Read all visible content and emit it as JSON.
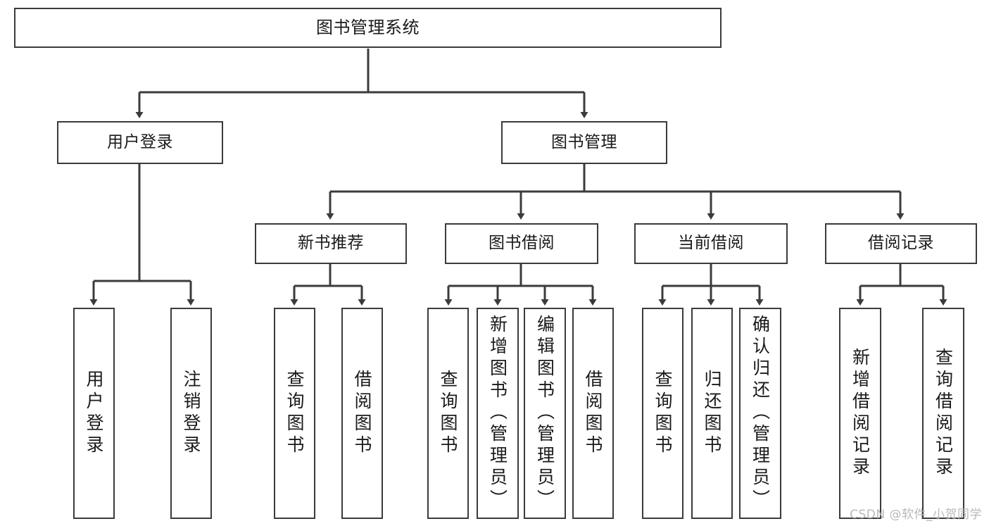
{
  "diagram": {
    "type": "tree",
    "title": "图书管理系统",
    "watermark": "CSDN @软件_小贺同学",
    "colors": {
      "box_border": "#3b3b3b",
      "box_fill": "#ffffff",
      "edge": "#3b3b3b",
      "text": "#1a1a1a",
      "watermark": "#b8b8b8"
    },
    "nodes": {
      "root": {
        "label": "图书管理系统"
      },
      "level2": [
        {
          "label": "用户登录"
        },
        {
          "label": "图书管理"
        }
      ],
      "level3": [
        {
          "label": "新书推荐"
        },
        {
          "label": "图书借阅"
        },
        {
          "label": "当前借阅"
        },
        {
          "label": "借阅记录"
        }
      ],
      "leaves_user_login": [
        {
          "label": "用户登录"
        },
        {
          "label": "注销登录"
        }
      ],
      "leaves_new_books": [
        {
          "label": "查询图书"
        },
        {
          "label": "借阅图书"
        }
      ],
      "leaves_borrow": [
        {
          "label": "查询图书"
        },
        {
          "label": "新增图书（管理员）"
        },
        {
          "label": "编辑图书（管理员）"
        },
        {
          "label": "借阅图书"
        }
      ],
      "leaves_current": [
        {
          "label": "查询图书"
        },
        {
          "label": "归还图书"
        },
        {
          "label": "确认归还（管理员）"
        }
      ],
      "leaves_records": [
        {
          "label": "新增借阅记录"
        },
        {
          "label": "查询借阅记录"
        }
      ]
    }
  }
}
